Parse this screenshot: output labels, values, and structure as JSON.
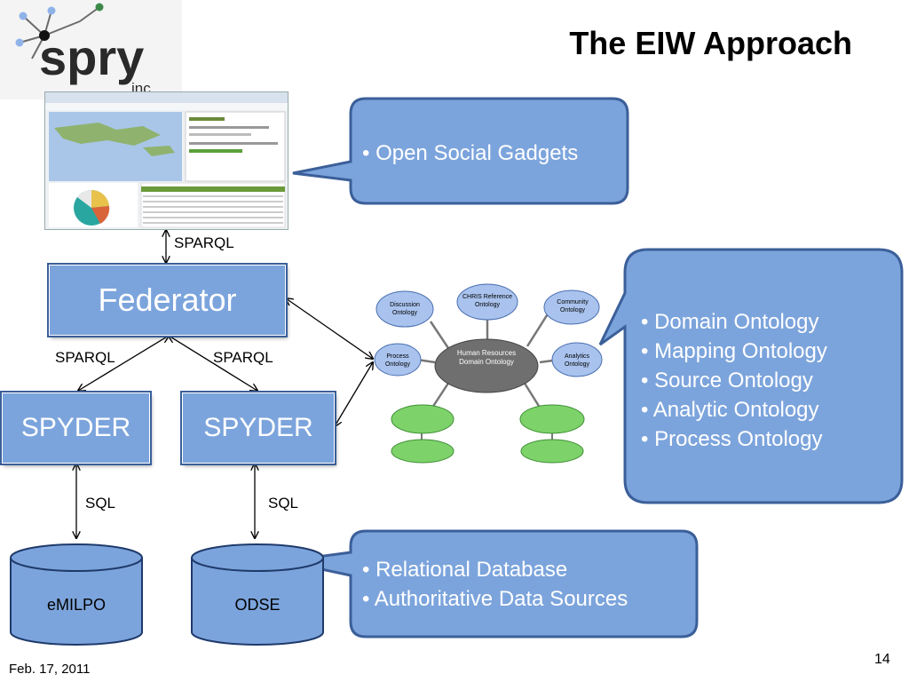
{
  "header": {
    "title": "The EIW Approach",
    "logo_text": "spry",
    "logo_sub": "inc."
  },
  "diagram": {
    "federator_label": "Federator",
    "spyder_left_label": "SPYDER",
    "spyder_right_label": "SPYDER",
    "sparql_top": "SPARQL",
    "sparql_left": "SPARQL",
    "sparql_right": "SPARQL",
    "sql_left": "SQL",
    "sql_right": "SQL",
    "db_left": "eMILPO",
    "db_right": "ODSE"
  },
  "callouts": {
    "gadgets": [
      "• Open Social Gadgets"
    ],
    "ontologies": [
      "• Domain Ontology",
      "• Mapping Ontology",
      "• Source Ontology",
      "• Analytic Ontology",
      "• Process Ontology"
    ],
    "database": [
      "• Relational Database",
      "• Authoritative Data Sources"
    ]
  },
  "ontology_graph": {
    "center": "Human Resources Domain Ontology",
    "discussion": "Discussion Ontology",
    "chris": "CHRIS Reference Ontology",
    "community": "Community Ontology",
    "process": "Process Ontology",
    "analytics": "Analytics Ontology"
  },
  "footer": {
    "date": "Feb. 17, 2011",
    "page": "14"
  },
  "colors": {
    "box_fill": "#7ca4dc",
    "box_border": "#3b5f99",
    "callout_fill": "#7ca4dc",
    "node_blue": "#a9c3ee",
    "node_green": "#7dd36a",
    "center_node": "#6f6f6f"
  }
}
